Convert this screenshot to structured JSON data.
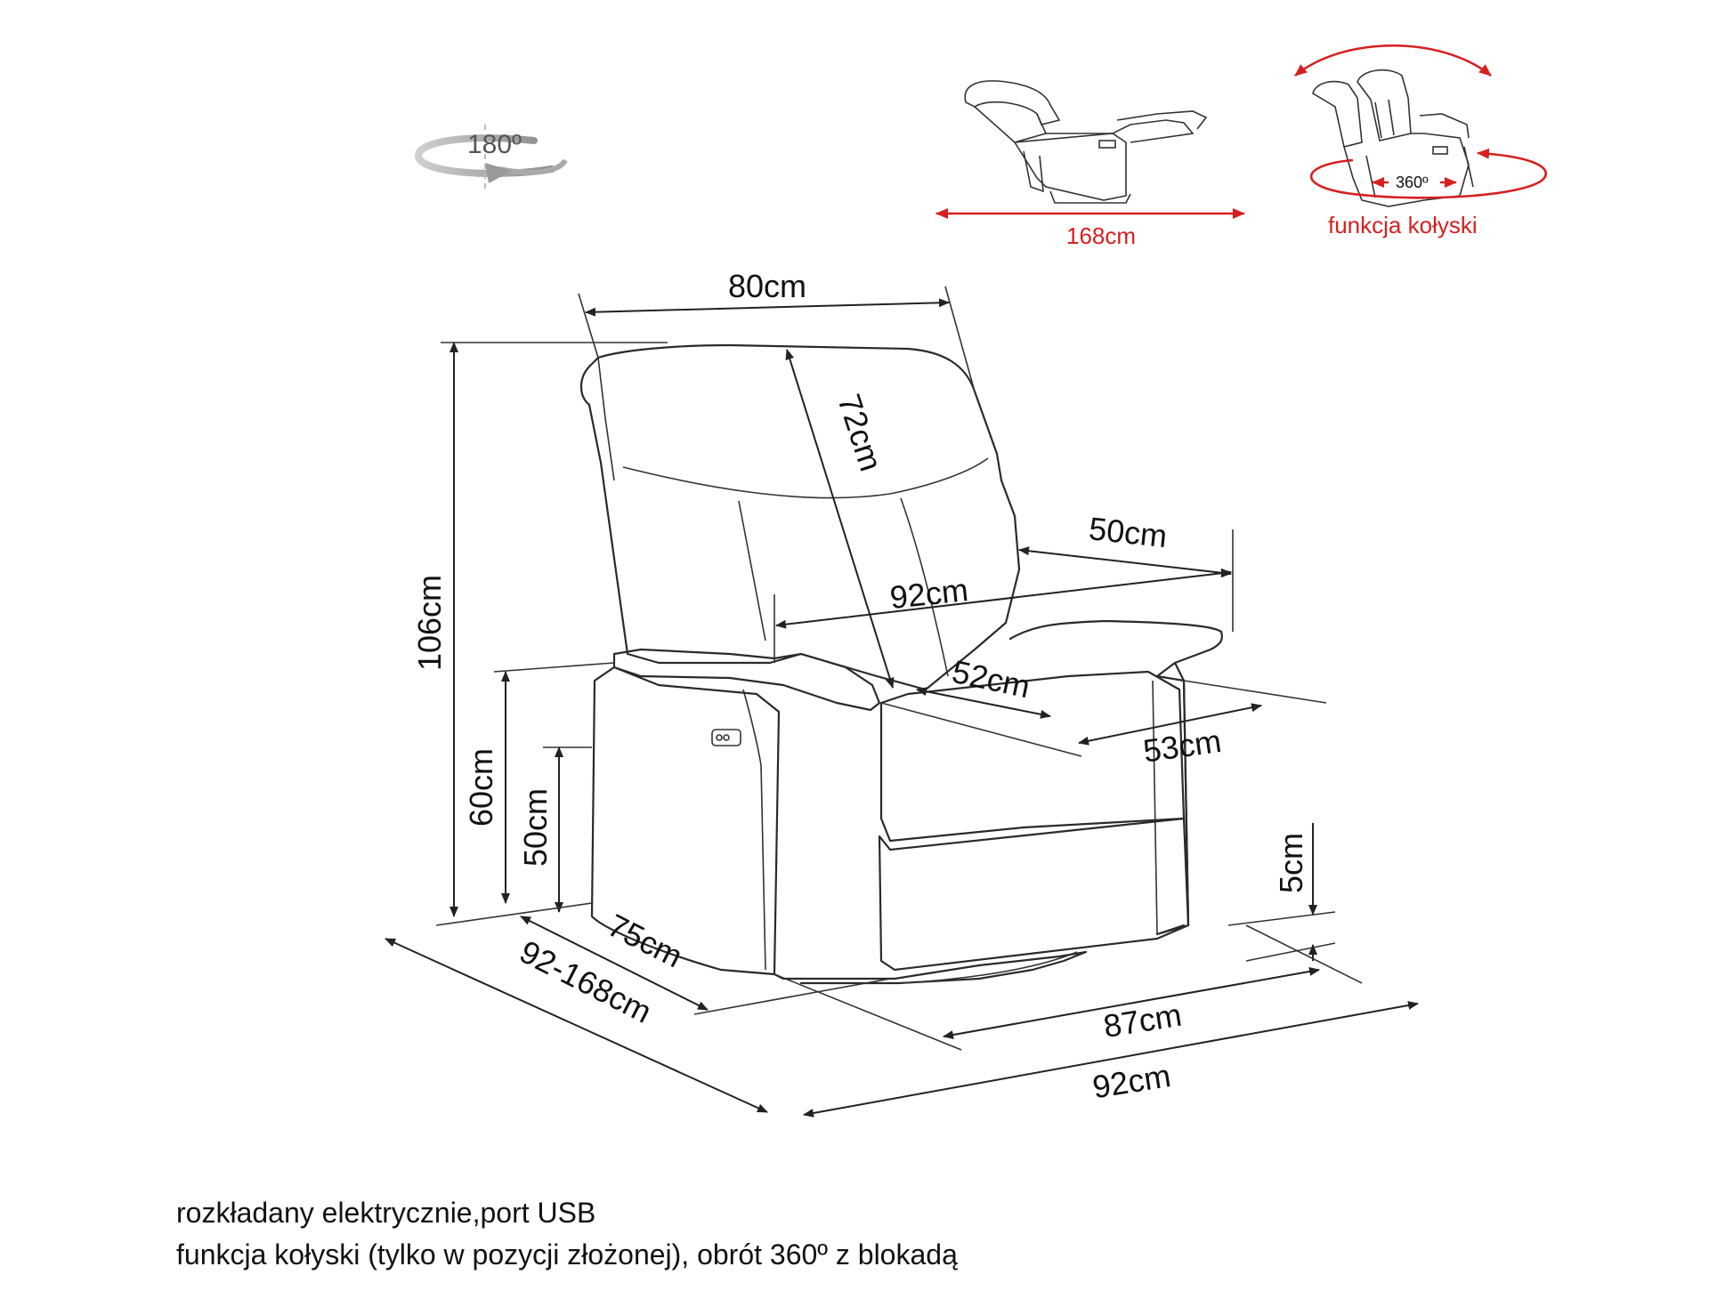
{
  "rotation_icon": {
    "label": "180º"
  },
  "recline_view": {
    "length_label": "168cm"
  },
  "rocking_view": {
    "rotation_label": "360º",
    "caption": "funkcja kołyski"
  },
  "dimensions": {
    "backrest_width": "80cm",
    "backrest_height": "72cm",
    "total_height": "106cm",
    "armrest_length": "50cm",
    "inner_width": "92cm",
    "seat_width": "52cm",
    "seat_depth": "53cm",
    "armrest_height": "60cm",
    "seat_height": "50cm",
    "base_clearance": "5cm",
    "depth": "75cm",
    "recline_depth": "92-168cm",
    "base_width": "87cm",
    "total_width": "92cm"
  },
  "captions": {
    "line1": "rozkładany elektrycznie,port USB",
    "line2": "funkcja kołyski (tylko w pozycji złożonej), obrót 360º z blokadą"
  }
}
